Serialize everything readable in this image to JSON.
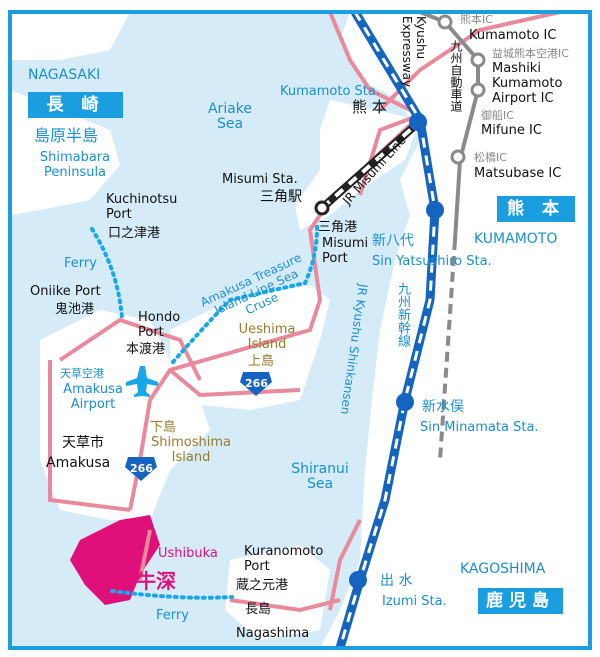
{
  "colors": {
    "sea": "#d5ecf8",
    "land": "#ffffff",
    "frame": "#1a9ee0",
    "road": "#e9899c",
    "shinkansen": "#1565c0",
    "expressway": "#8a8a8a",
    "label_blue": "#1a8fd0",
    "ferry": "#18a8e8",
    "amakusa_highlight": "#e0107a",
    "island_label": "#9a7a2a"
  },
  "regions": {
    "nagasaki_en": "NAGASAKI",
    "nagasaki_jp": "長 崎",
    "kumamoto_jp": "熊 本",
    "kumamoto_en": "KUMAMOTO",
    "kagoshima_en": "KAGOSHIMA",
    "kagoshima_jp": "鹿児島"
  },
  "areas": {
    "shimabara_jp": "島原半島",
    "shimabara_en": "Shimabara Peninsula",
    "ariake": "Ariake Sea",
    "shiranui": "Shiranui Sea",
    "ueshima_en": "Ueshima Island",
    "ueshima_jp": "上島",
    "shimoshima_jp": "下島",
    "shimoshima_en": "Shimoshima Island",
    "amakusa_jp": "天草市",
    "amakusa_en": "Amakusa",
    "ushibuka_en": "Ushibuka",
    "ushibuka_jp": "牛深"
  },
  "ports": {
    "kuchinotsu_en": "Kuchinotsu Port",
    "kuchinotsu_jp": "口之津港",
    "oniike_en": "Oniike Port",
    "oniike_jp": "鬼池港",
    "hondo_en": "Hondo Port",
    "hondo_jp": "本渡港",
    "misumi_port_jp": "三角港",
    "misumi_port_en": "Misumi Port",
    "kuranomoto_en": "Kuranomoto Port",
    "kuranomoto_jp": "蔵之元港",
    "nagashima_jp": "長島",
    "nagashima_en": "Nagashima"
  },
  "routes": {
    "ferry1": "Ferry",
    "ferry2": "Ferry",
    "cruise": "Amakusa Treasure Island Line Sea Cruse",
    "jr_misumi": "JR Misumi Line",
    "jr_kyushu_shinkansen": "JR Kyushu Shinkansen",
    "shinkansen_jp": "九州新幹線",
    "expressway_en": "Kyushu Expressway",
    "expressway_jp": "九州自動車道",
    "route_num": "266"
  },
  "airport": {
    "jp": "天草空港",
    "en": "Amakusa Airport"
  },
  "stations": {
    "kumamoto_en": "Kumamoto Sta.",
    "kumamoto_jp": "熊 本",
    "misumi_en": "Misumi Sta.",
    "misumi_jp": "三角駅",
    "shinyatsushiro_jp": "新八代",
    "shinyatsushiro_en": "Sin Yatsushiro Sta.",
    "shinminamata_jp": "新水俣",
    "shinminamata_en": "Sin Minamata Sta.",
    "izumi_jp": "出 水",
    "izumi_en": "Izumi Sta."
  },
  "ics": [
    {
      "jp": "熊本IC",
      "en": "Kumamoto IC"
    },
    {
      "jp": "益城熊本空港IC",
      "en": "Mashiki Kumamoto Airport IC"
    },
    {
      "jp": "御船IC",
      "en": "Mifune IC"
    },
    {
      "jp": "松橋IC",
      "en": "Matsubase IC"
    }
  ]
}
